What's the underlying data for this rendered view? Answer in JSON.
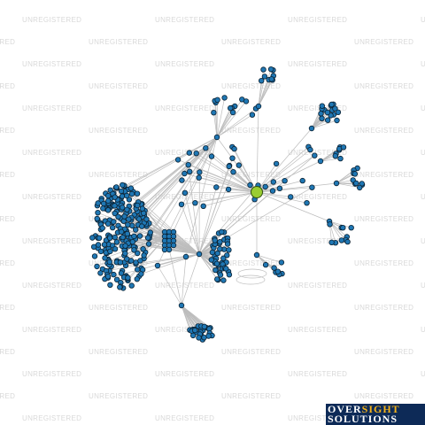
{
  "watermark": {
    "text": "UNREGISTERED"
  },
  "logo": {
    "line1_a": "OVER",
    "line1_b": "SIGHT",
    "line2": "SOLUTIONS"
  },
  "colors": {
    "node": "#1f77b4",
    "hub": "#9acd32",
    "edge": "#bdbdbd",
    "logo_bg": "#0d2a57",
    "logo_accent": "#f3b21a"
  }
}
